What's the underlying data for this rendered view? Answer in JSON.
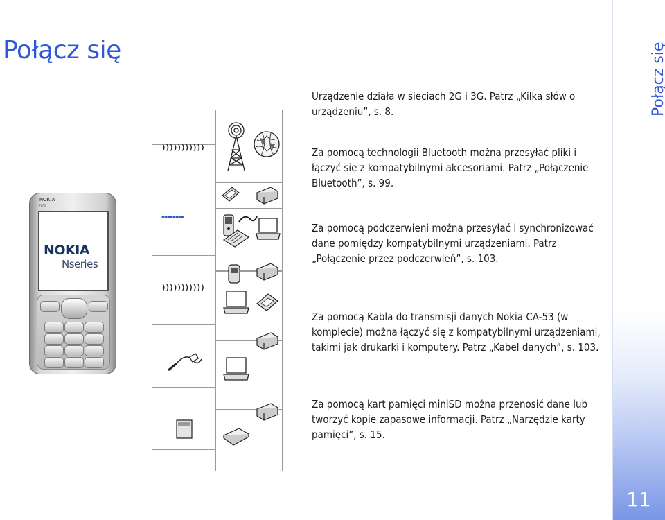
{
  "header": {
    "title": "Połącz się"
  },
  "sidebar": {
    "title": "Połącz się",
    "page_number": "11"
  },
  "paragraphs": [
    "Urządzenie działa w sieciach 2G i 3G. Patrz „Kilka słów o urządzeniu”, s. 8.",
    "Za pomocą technologii Bluetooth można przesyłać pliki i łączyć się z kompatybilnymi akcesoriami. Patrz „Połączenie Bluetooth”, s. 99.",
    "Za pomocą podczerwieni można przesyłać i synchronizować dane pomiędzy kompatybilnymi urządzeniami. Patrz „Połączenie przez podczerwień”, s. 103.",
    "Za pomocą Kabla do transmisji danych Nokia CA-53 (w komplecie) można łączyć się z kompatybilnymi urządzeniami, takimi jak drukarki i komputery. Patrz „Kabel danych”, s. 103.",
    "Za pomocą kart pamięci miniSD można przenosić dane lub tworzyć kopie zapasowe informacji. Patrz „Narzędzie karty pamięci”, s. 15."
  ],
  "phone": {
    "brand": "NOKIA",
    "model": "N73",
    "logo_main": "NOKIA",
    "logo_sub": "Nseries"
  },
  "icons": {
    "bluetooth_waves": "bluetooth-waves-icon",
    "infrared_beam": "infrared-beam-icon",
    "antenna": "antenna-icon",
    "globe": "globe-icon",
    "printer": "printer-icon",
    "laptop": "laptop-icon",
    "handheld": "handheld-device-icon",
    "cable": "data-cable-icon",
    "memory_card": "memory-card-icon"
  }
}
